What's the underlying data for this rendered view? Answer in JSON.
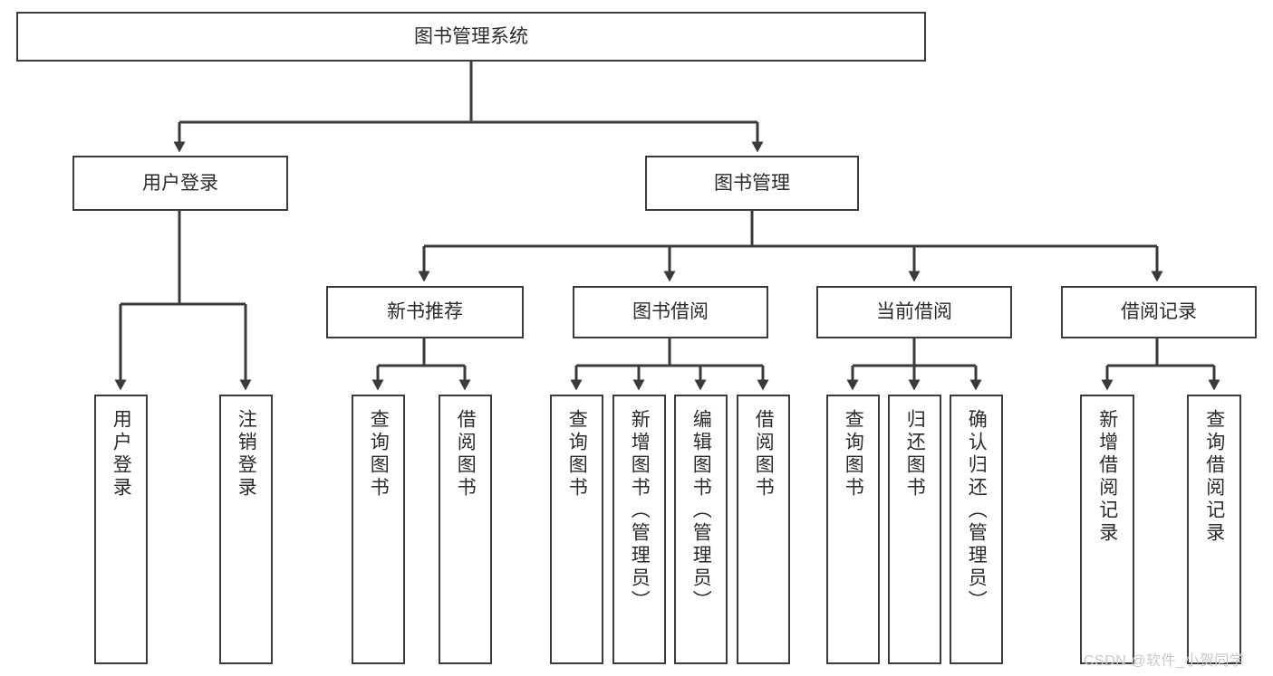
{
  "diagram": {
    "type": "tree-hierarchy-chart",
    "title": "图书管理系统",
    "watermark": "CSDN @软件_小贺同学",
    "colors": {
      "box_border": "#3c3c3c",
      "box_fill": "#ffffff",
      "connector": "#3a3a3a",
      "text": "#2b2b2b",
      "watermark": "#c9c9c9",
      "background": "#ffffff"
    },
    "levels": [
      {
        "level": 0,
        "nodes": [
          {
            "id": "root",
            "label": "图书管理系统",
            "orientation": "horizontal"
          }
        ]
      },
      {
        "level": 1,
        "nodes": [
          {
            "id": "login",
            "label": "用户登录",
            "orientation": "horizontal",
            "parent": "root"
          },
          {
            "id": "bookmgmt",
            "label": "图书管理",
            "orientation": "horizontal",
            "parent": "root"
          }
        ]
      },
      {
        "level": 2,
        "nodes": [
          {
            "id": "newbook",
            "label": "新书推荐",
            "orientation": "horizontal",
            "parent": "bookmgmt"
          },
          {
            "id": "borrow",
            "label": "图书借阅",
            "orientation": "horizontal",
            "parent": "bookmgmt"
          },
          {
            "id": "current",
            "label": "当前借阅",
            "orientation": "horizontal",
            "parent": "bookmgmt"
          },
          {
            "id": "records",
            "label": "借阅记录",
            "orientation": "horizontal",
            "parent": "bookmgmt"
          }
        ]
      },
      {
        "level": 3,
        "nodes": [
          {
            "id": "leaf-user-login",
            "label": "用户登录",
            "orientation": "vertical",
            "parent": "login"
          },
          {
            "id": "leaf-user-logout",
            "label": "注销登录",
            "orientation": "vertical",
            "parent": "login"
          },
          {
            "id": "leaf-query-book-1",
            "label": "查询图书",
            "orientation": "vertical",
            "parent": "newbook"
          },
          {
            "id": "leaf-borrow-book-1",
            "label": "借阅图书",
            "orientation": "vertical",
            "parent": "newbook"
          },
          {
            "id": "leaf-query-book-2",
            "label": "查询图书",
            "orientation": "vertical",
            "parent": "borrow"
          },
          {
            "id": "leaf-add-book",
            "label": "新增图书（管理员）",
            "orientation": "vertical",
            "parent": "borrow"
          },
          {
            "id": "leaf-edit-book",
            "label": "编辑图书（管理员）",
            "orientation": "vertical",
            "parent": "borrow"
          },
          {
            "id": "leaf-borrow-book-2",
            "label": "借阅图书",
            "orientation": "vertical",
            "parent": "borrow"
          },
          {
            "id": "leaf-query-book-3",
            "label": "查询图书",
            "orientation": "vertical",
            "parent": "current"
          },
          {
            "id": "leaf-return-book",
            "label": "归还图书",
            "orientation": "vertical",
            "parent": "current"
          },
          {
            "id": "leaf-confirm-return",
            "label": "确认归还（管理员）",
            "orientation": "vertical",
            "parent": "current"
          },
          {
            "id": "leaf-add-record",
            "label": "新增借阅记录",
            "orientation": "vertical",
            "parent": "records"
          },
          {
            "id": "leaf-query-record",
            "label": "查询借阅记录",
            "orientation": "vertical",
            "parent": "records"
          }
        ]
      }
    ]
  }
}
